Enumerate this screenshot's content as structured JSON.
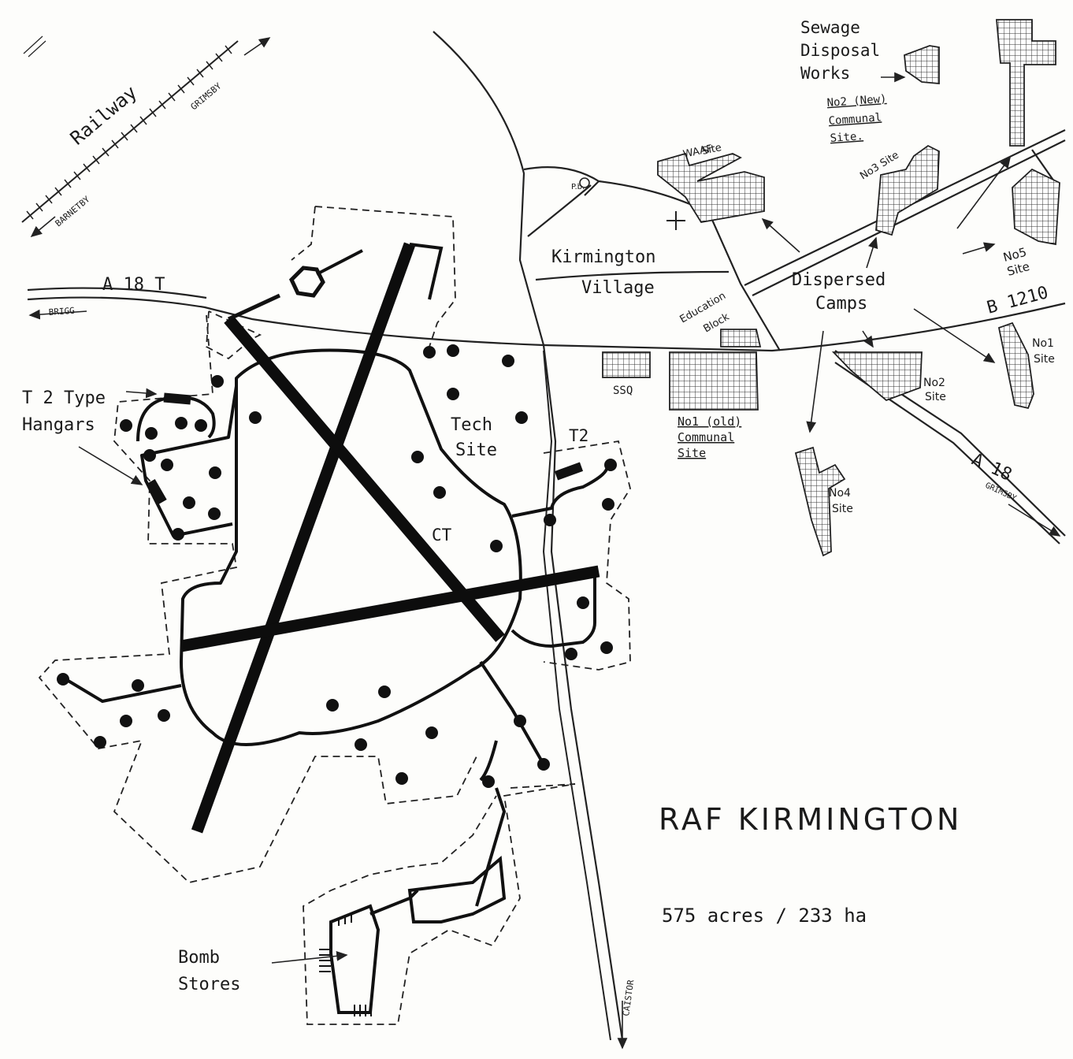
{
  "map": {
    "title": "RAF KIRMINGTON",
    "area": "575 acres / 233 ha",
    "labels": {
      "railway": "Railway",
      "barnetby": "BARNETBY",
      "grimsby_rail": "GRIMSBY",
      "a18t": "A 18 T",
      "brigg": "BRIGG",
      "t2_hangars_1": "T 2 Type",
      "t2_hangars_2": "Hangars",
      "tech_site_1": "Tech",
      "tech_site_2": "Site",
      "t2": "T2",
      "ct": "CT",
      "village_1": "Kirmington",
      "village_2": "Village",
      "pb": "P.b.",
      "education_1": "Education",
      "education_2": "Block",
      "ssq": "SSQ",
      "communal1_1": "No1 (old)",
      "communal1_2": "Communal",
      "communal1_3": "Site",
      "waaf_1": "WAAF",
      "waaf_2": "Site",
      "sewage_1": "Sewage",
      "sewage_2": "Disposal",
      "sewage_3": "Works",
      "communal2_1": "No2 (New)",
      "communal2_2": "Communal",
      "communal2_3": "Site.",
      "site3": "No3 Site",
      "dispersed_1": "Dispersed",
      "dispersed_2": "Camps",
      "site5_1": "No5",
      "site5_2": "Site",
      "b1210": "B 1210",
      "site1_1": "No1",
      "site1_2": "Site",
      "site2_1": "No2",
      "site2_2": "Site",
      "site4_1": "No4",
      "site4_2": "Site",
      "a18": "A 18",
      "grimsby_road": "GRIMSBY",
      "caistor": "CAISTOR",
      "bomb_1": "Bomb",
      "bomb_2": "Stores"
    }
  }
}
